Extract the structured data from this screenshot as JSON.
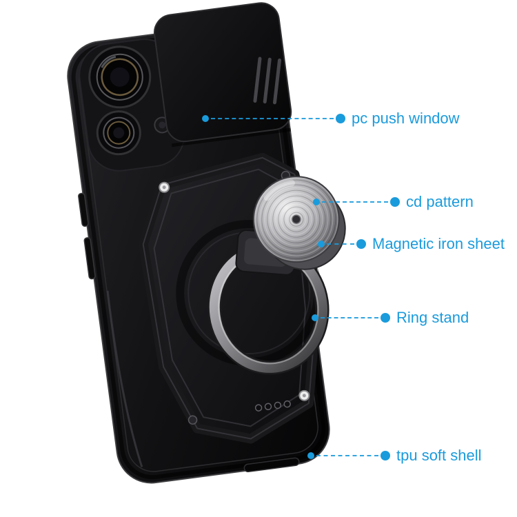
{
  "colors": {
    "accent": "#1a9bdc",
    "background": "#ffffff"
  },
  "product": {
    "subject": "black armor phone case with slide camera cover, cd-pattern magnetic ring stand"
  },
  "callouts": [
    {
      "label": "pc push window",
      "target": "slide-camera-cover"
    },
    {
      "label": "cd pattern",
      "target": "cd-pattern-disc"
    },
    {
      "label": "Magnetic iron sheet",
      "target": "magnetic-iron-sheet"
    },
    {
      "label": "Ring stand",
      "target": "ring-stand"
    },
    {
      "label": "tpu soft shell",
      "target": "case-bottom"
    }
  ]
}
